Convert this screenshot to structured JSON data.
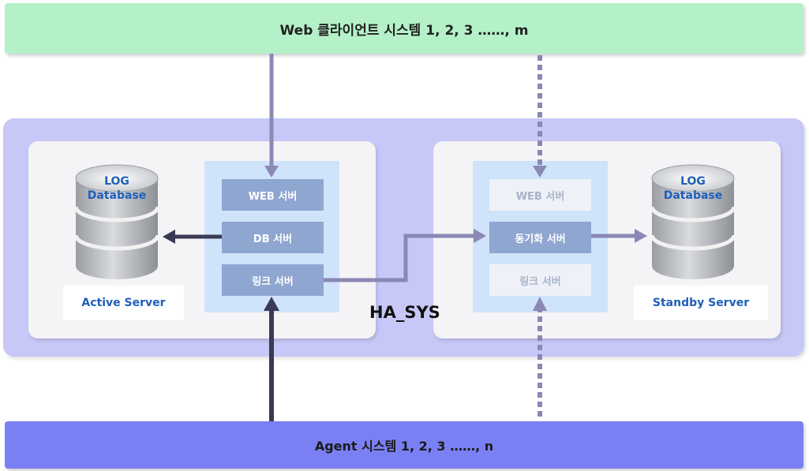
{
  "top_bar": {
    "label": "Web 클라이언트 시스템 1, 2, 3 ……, m"
  },
  "bottom_bar": {
    "label": "Agent 시스템 1, 2, 3 ……, n"
  },
  "ha_label": "HA_SYS",
  "active_server": {
    "label": "Active Server",
    "database": {
      "line1": "LOG",
      "line2": "Database"
    },
    "services": [
      "WEB 서버",
      "DB 서버",
      "링크 서버"
    ]
  },
  "standby_server": {
    "label": "Standby Server",
    "database": {
      "line1": "LOG",
      "line2": "Database"
    },
    "services": [
      "WEB 서버",
      "동기화 서버",
      "링크 서버"
    ]
  },
  "colors": {
    "top_bar": "#b5f1c8",
    "bottom_bar": "#7a80f3",
    "ha_panel": "#c7c8f8",
    "service_active": "#8fa6d0",
    "service_inactive": "#eef2f8",
    "label_text": "#1f5fb8",
    "arrow_light": "#8a88b4",
    "arrow_dark": "#3a3a55"
  }
}
